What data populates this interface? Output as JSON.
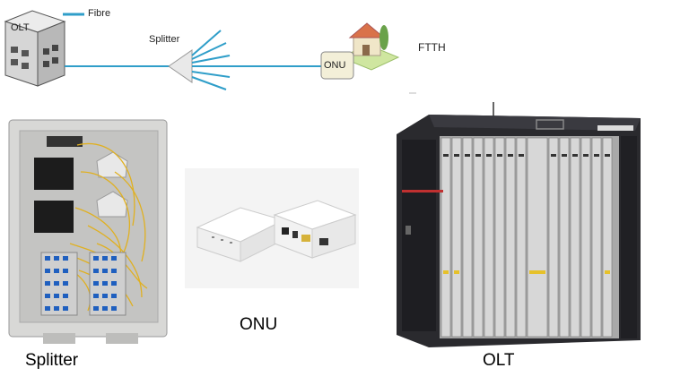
{
  "topology": {
    "olt_label": "OLT",
    "fibre_label": "Fibre",
    "splitter_label": "Splitter",
    "onu_label": "ONU",
    "ftth_label": "FTTH"
  },
  "photos": {
    "splitter_caption": "Splitter",
    "onu_caption": "ONU",
    "olt_caption": "OLT"
  },
  "colors": {
    "fibre_line": "#2f9ec9",
    "onu_box": "#f3efd8",
    "house_roof": "#d9724a",
    "house_wall": "#f0e6c8",
    "grass": "#cfe6a0",
    "fiber_strands": "#e0b020",
    "adapter_blue": "#1f5fbf",
    "rack_dark": "#2a2a2e"
  }
}
